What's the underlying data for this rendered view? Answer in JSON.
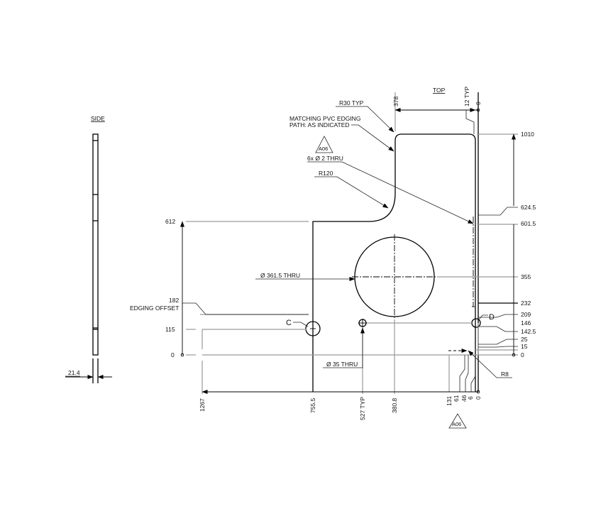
{
  "views": {
    "side": {
      "title": "SIDE",
      "thickness_label": "21.4"
    },
    "top": {
      "title": "TOP"
    }
  },
  "callouts": {
    "r30": "R30 TYP",
    "edging_path_line1": "MATCHING PVC EDGING",
    "edging_path_line2": "PATH: AS INDICATED",
    "revision_tag_upper": "A06",
    "holes_6x": "6x Ø 2 THRU",
    "r120": "R120",
    "big_hole": "Ø 361.5 THRU",
    "small_hole": "Ø 35 THRU",
    "r8": "R8",
    "edging_offset": "EDGING OFFSET",
    "point_c": "C",
    "point_d": "D",
    "revision_tag_lower": "A06"
  },
  "dimensions": {
    "horizontal_top": [
      "378",
      "12 TYP",
      "0"
    ],
    "vertical_right": [
      "1010",
      "624.5",
      "601.5",
      "355",
      "232",
      "209",
      "146",
      "142.5",
      "25",
      "15",
      "0"
    ],
    "vertical_left": [
      "612",
      "182",
      "115",
      "0"
    ],
    "horizontal_bottom": [
      "1267",
      "755.5",
      "527 TYP",
      "380.8",
      "131",
      "61",
      "46",
      "6",
      "0"
    ]
  },
  "colors": {
    "object_line": "#000000",
    "extension_line": "#9a9a9a",
    "background": "#ffffff"
  }
}
